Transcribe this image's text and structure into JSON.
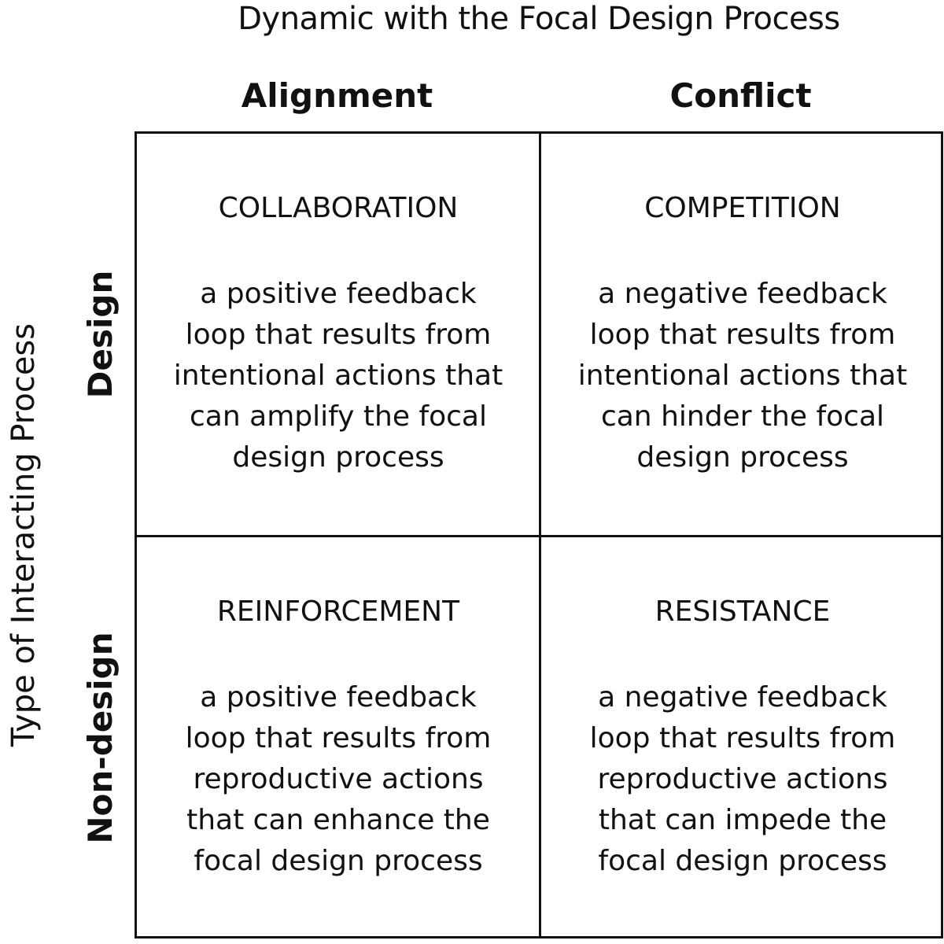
{
  "title": "Dynamic with the Focal Design Process",
  "y_axis_title": "Type of Interacting Process",
  "columns": [
    "Alignment",
    "Conflict"
  ],
  "rows": [
    "Design",
    "Non-design"
  ],
  "cells": [
    {
      "title": "COLLABORATION",
      "lines": [
        "a positive feedback",
        "loop that results from",
        "intentional actions that",
        "can amplify the focal",
        "design process"
      ]
    },
    {
      "title": "COMPETITION",
      "lines": [
        "a negative feedback",
        "loop that results from",
        "intentional actions that",
        "can hinder the focal",
        "design process"
      ]
    },
    {
      "title": "REINFORCEMENT",
      "lines": [
        "a positive feedback",
        "loop that results from",
        "reproductive actions",
        "that can enhance the",
        "focal design process"
      ]
    },
    {
      "title": "RESISTANCE",
      "lines": [
        "a negative feedback",
        "loop that results from",
        "reproductive actions",
        "that can impede the",
        "focal design process"
      ]
    }
  ]
}
